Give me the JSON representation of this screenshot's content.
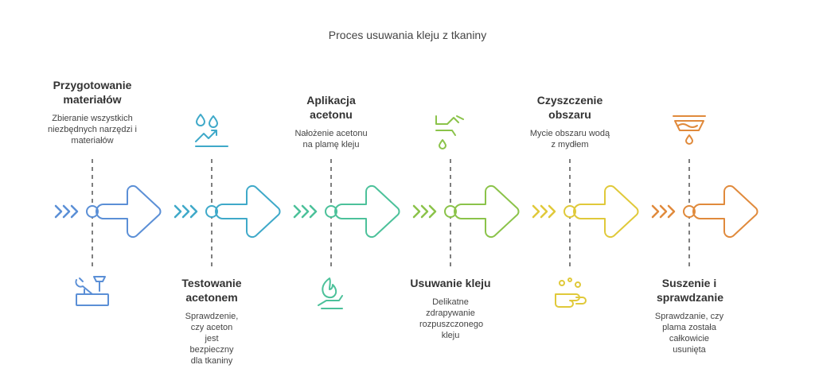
{
  "title": "Proces usuwania kleju z tkaniny",
  "steps": [
    {
      "title": "Przygotowanie materiałów",
      "desc": "Zbieranie wszystkich niezbędnych narzędzi i materiałów",
      "icon": "toolbox-icon",
      "color": "#5b8fd6"
    },
    {
      "title": "Testowanie acetonem",
      "desc": "Sprawdzenie, czy aceton jest bezpieczny dla tkaniny",
      "icon": "drops-trend-icon",
      "color": "#3fa9c9"
    },
    {
      "title": "Aplikacja acetonu",
      "desc": "Nałożenie acetonu na plamę kleju",
      "icon": "fire-hand-icon",
      "color": "#4cc19a"
    },
    {
      "title": "Usuwanie kleju",
      "desc": "Delikatne zdrapywanie rozpuszczonego kleju",
      "icon": "faucet-icon",
      "color": "#8bc34a"
    },
    {
      "title": "Czyszczenie obszaru",
      "desc": "Mycie obszaru wodą z mydłem",
      "icon": "soap-hands-icon",
      "color": "#e0c93a"
    },
    {
      "title": "Suszenie i sprawdzanie",
      "desc": "Sprawdzanie, czy plama została całkowicie usunięta",
      "icon": "dryer-icon",
      "color": "#e08a3c"
    }
  ]
}
